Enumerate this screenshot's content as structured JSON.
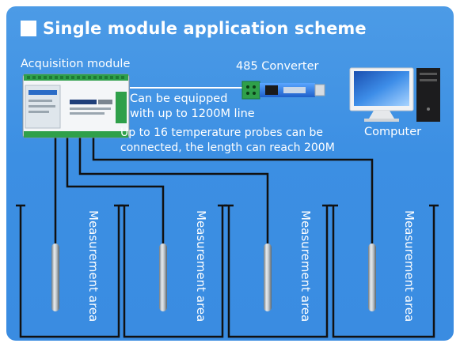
{
  "title": "Single module application scheme",
  "labels": {
    "acquisition_module": "Acquisition module",
    "converter": "485 Converter",
    "computer": "Computer",
    "line_note_1": "Can be equipped",
    "line_note_2": "with up to 1200M line",
    "probe_note_1": "Up to 16 temperature probes can be",
    "probe_note_2": "connected, the length can reach 200M"
  },
  "areas": [
    {
      "label": "Measurement area"
    },
    {
      "label": "Measurement area"
    },
    {
      "label": "Measurement area"
    },
    {
      "label": "Measurement area"
    }
  ],
  "colors": {
    "background": "#3c8fe3",
    "line": "#111111",
    "text": "#ffffff",
    "terminal_green": "#2fa04a"
  }
}
